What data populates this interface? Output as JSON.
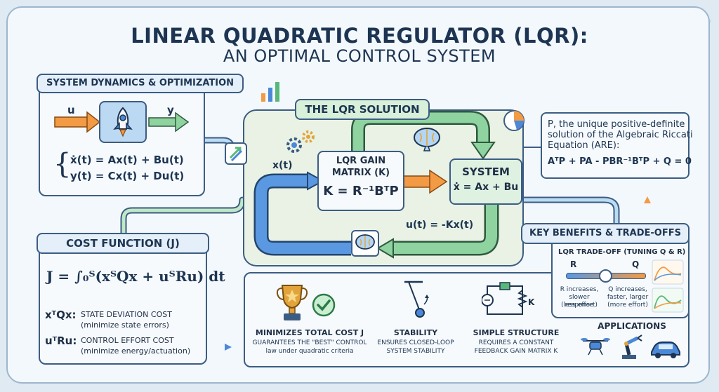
{
  "title": {
    "line1": "LINEAR QUADRATIC REGULATOR (LQR):",
    "line2": "AN OPTIMAL CONTROL SYSTEM"
  },
  "system_dynamics": {
    "header": "SYSTEM DYNAMICS & OPTIMIZATION",
    "input_label": "u",
    "output_label": "y",
    "eq1": "ẋ(t) = Ax(t) + Bu(t)",
    "eq2": "y(t) = Cx(t) + Du(t)"
  },
  "lqr_solution": {
    "header": "THE LQR SOLUTION",
    "state_label": "x(t)",
    "gain_title_1": "LQR GAIN",
    "gain_title_2": "MATRIX (K)",
    "gain_formula": "K = R⁻¹BᵀP",
    "system_title": "SYSTEM",
    "system_formula": "ẋ = Ax + Bu",
    "control_law": "u(t) = -Kx(t)"
  },
  "riccati": {
    "line1": "P, the unique positive-definite",
    "line2": "solution of the Algebraic Riccati",
    "line3": "Equation (ARE):",
    "equation": "AᵀP + PA - PBR⁻¹BᵀP + Q = 0"
  },
  "cost_function": {
    "header": "COST FUNCTION (J)",
    "formula": "J = ∫₀ᵀ(xᵀQx + uᵀRu) dt",
    "term1_symbol": "xᵀQx:",
    "term1_text": "STATE DEVIATION COST",
    "term1_note": "(minimize state errors)",
    "term2_symbol": "uᵀRu:",
    "term2_text": "CONTROL EFFORT COST",
    "term2_note": "(minimize energy/actuation)"
  },
  "benefits": {
    "header": "KEY BENEFITS & TRADE-OFFS",
    "tradeoff_title": "LQR TRADE-OFF (TUNING Q & R)",
    "slider_left": "R",
    "slider_right": "Q",
    "slider_position": 0.5,
    "r_note_1": "R increases,",
    "r_note_2": "slower response",
    "r_note_3": "(less effort)",
    "q_note_1": "Q increases,",
    "q_note_2": "faster, larger",
    "q_note_3": "(more effort)",
    "item1_title": "MINIMIZES TOTAL COST J",
    "item1_line1": "GUARANTEES THE \"BEST\" CONTROL",
    "item1_line2": "law under quadratic criteria",
    "item2_title": "STABILITY",
    "item2_line1": "ENSURES CLOSED-LOOP",
    "item2_line2": "SYSTEM STABILITY",
    "item3_title": "SIMPLE STRUCTURE",
    "item3_line1": "REQUIRES A CONSTANT",
    "item3_line2": "FEEDBACK GAIN MATRIX K",
    "circuit_label": "K",
    "applications": "APPLICATIONS"
  },
  "colors": {
    "navy": "#1d3552",
    "orange": "#f39a45",
    "green": "#58b87a",
    "blue": "#4b88d8",
    "gold": "#e2a43a"
  }
}
